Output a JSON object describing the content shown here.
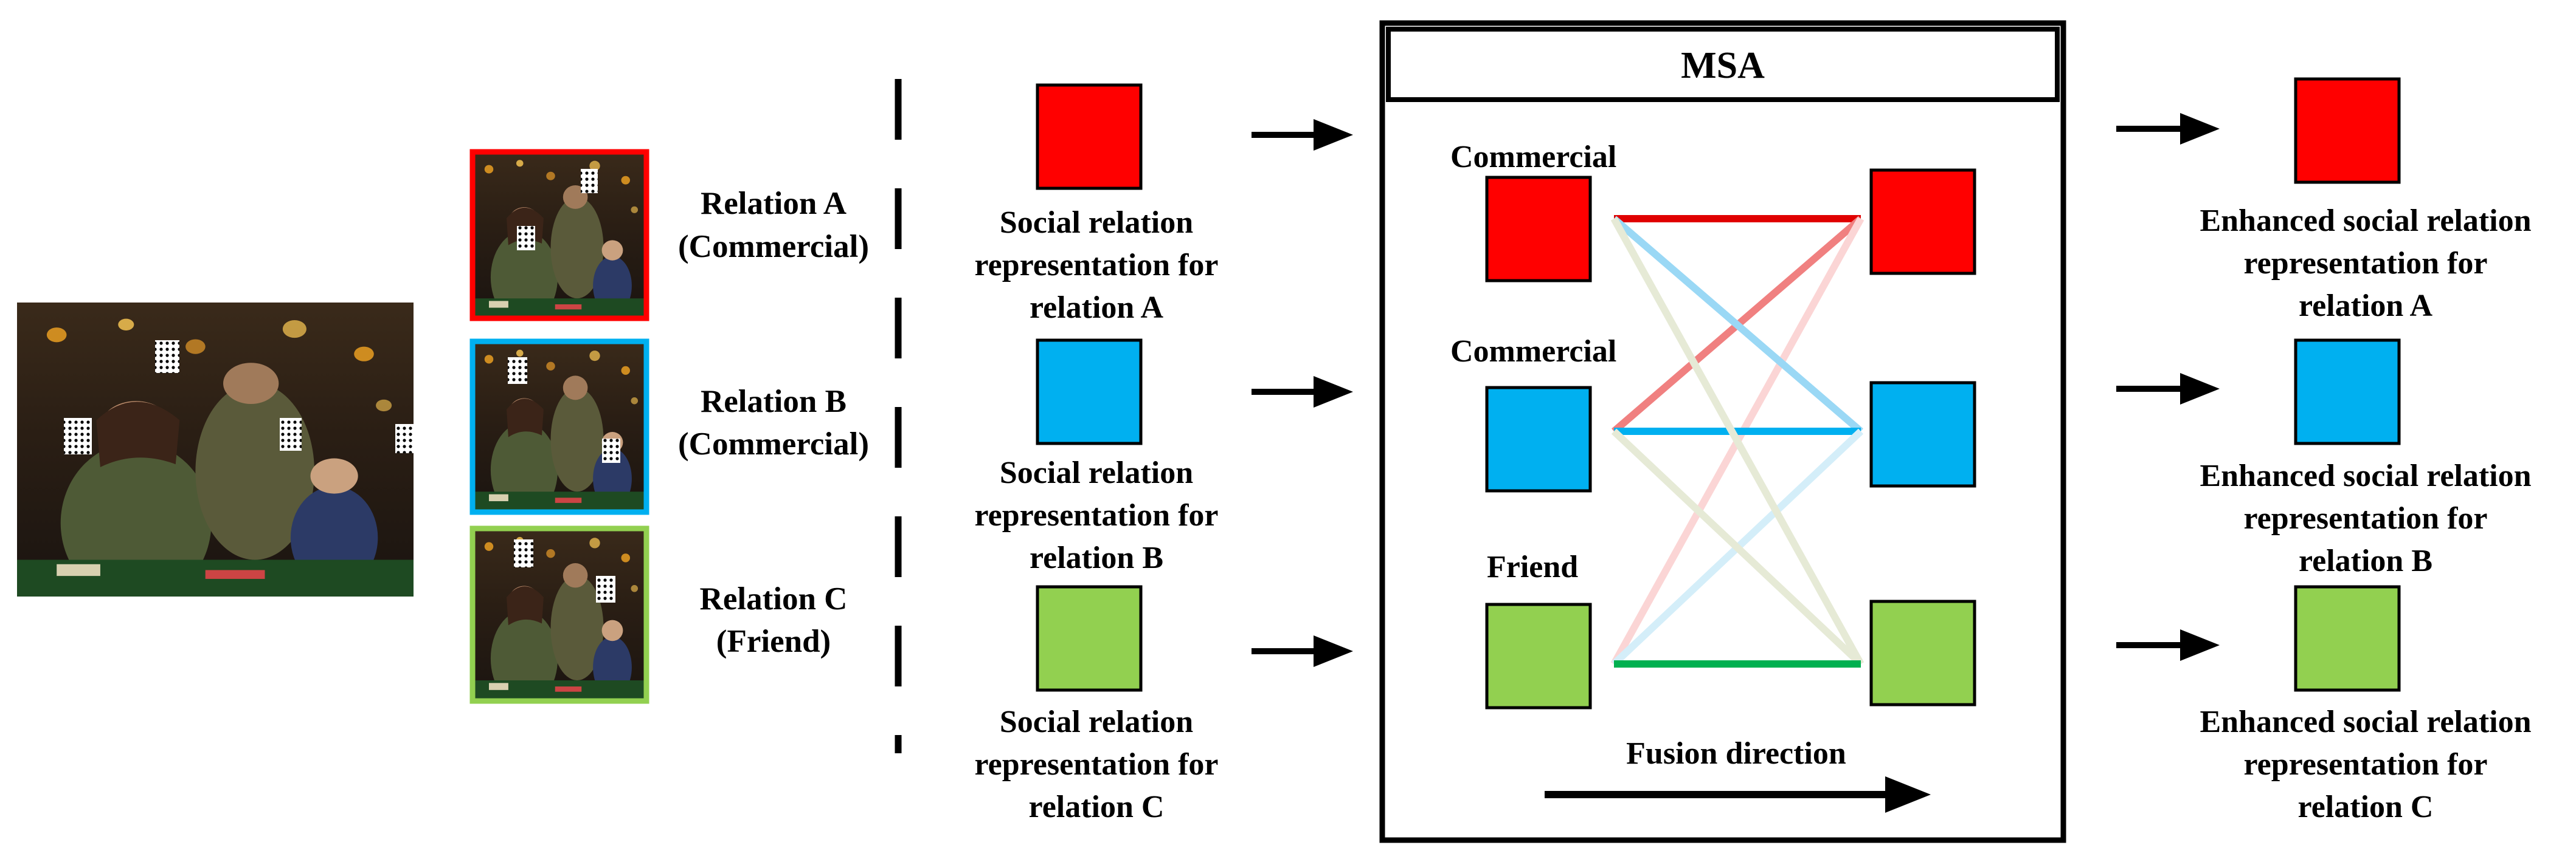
{
  "colors": {
    "red": "#ff0000",
    "blue": "#00b0f0",
    "green": "#92d050",
    "dark_green": "#00b050",
    "black": "#000000"
  },
  "relations": [
    {
      "name": "Relation A",
      "type": "(Commercial)",
      "color": "#ff0000",
      "rep_lines": [
        "Social relation",
        "representation for",
        "relation A"
      ],
      "enh_lines": [
        "Enhanced social relation",
        "representation for",
        "relation A"
      ],
      "msa_label": "Commercial"
    },
    {
      "name": "Relation B",
      "type": "(Commercial)",
      "color": "#00b0f0",
      "rep_lines": [
        "Social relation",
        "representation for",
        "relation B"
      ],
      "enh_lines": [
        "Enhanced social relation",
        "representation for",
        "relation B"
      ],
      "msa_label": "Commercial"
    },
    {
      "name": "Relation C",
      "type": "(Friend)",
      "color": "#92d050",
      "rep_lines": [
        "Social relation",
        "representation for",
        "relation C"
      ],
      "enh_lines": [
        "Enhanced social relation",
        "representation for",
        "relation C"
      ],
      "msa_label": "Friend"
    }
  ],
  "msa": {
    "title": "MSA",
    "fusion_label": "Fusion direction"
  }
}
